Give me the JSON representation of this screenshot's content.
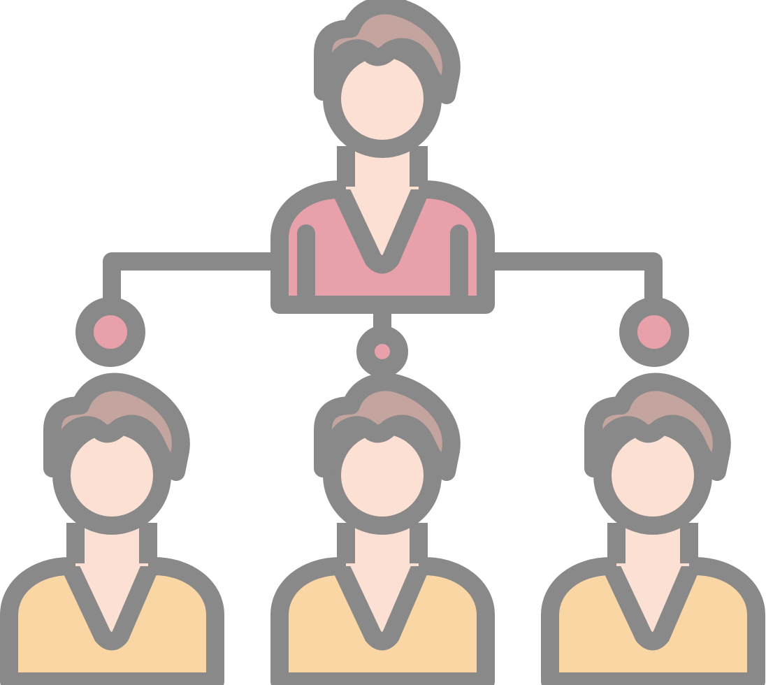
{
  "icon": {
    "name": "team-hierarchy-icon",
    "people": [
      {
        "role": "leader",
        "icon": "person-icon"
      },
      {
        "role": "member",
        "icon": "person-icon"
      },
      {
        "role": "member",
        "icon": "person-icon"
      },
      {
        "role": "member",
        "icon": "person-icon"
      }
    ],
    "colors": {
      "outline": "#898989",
      "skin": "#fde0d4",
      "hair": "#c3a49e",
      "leader_shirt": "#e8a1aa",
      "member_shirt": "#fad6a4",
      "node_fill": "#e8a1aa",
      "background": "#ffffff"
    }
  }
}
